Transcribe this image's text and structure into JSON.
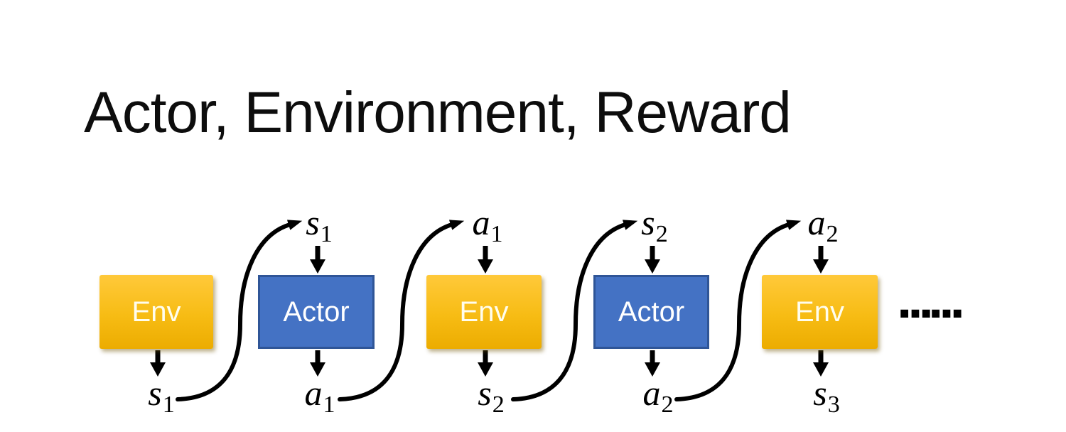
{
  "title": "Actor, Environment, Reward",
  "diagram": {
    "boxes": [
      {
        "label": "Env",
        "type": "environment"
      },
      {
        "label": "Actor",
        "type": "actor"
      },
      {
        "label": "Env",
        "type": "environment"
      },
      {
        "label": "Actor",
        "type": "actor"
      },
      {
        "label": "Env",
        "type": "environment"
      }
    ],
    "top_labels": [
      {
        "base": "s",
        "sub": "1"
      },
      {
        "base": "a",
        "sub": "1"
      },
      {
        "base": "s",
        "sub": "2"
      },
      {
        "base": "a",
        "sub": "2"
      }
    ],
    "bottom_labels": [
      {
        "base": "s",
        "sub": "1"
      },
      {
        "base": "a",
        "sub": "1"
      },
      {
        "base": "s",
        "sub": "2"
      },
      {
        "base": "a",
        "sub": "2"
      },
      {
        "base": "s",
        "sub": "3"
      }
    ],
    "ellipsis": "……",
    "colors": {
      "env_gradient_top": "#FFC93A",
      "env_gradient_bottom": "#ECAC00",
      "actor_fill": "#4472C4",
      "actor_border": "#2F5597",
      "arrow": "#000000",
      "box_text": "#FFFFFF",
      "title_text": "#0D0D0D"
    }
  }
}
